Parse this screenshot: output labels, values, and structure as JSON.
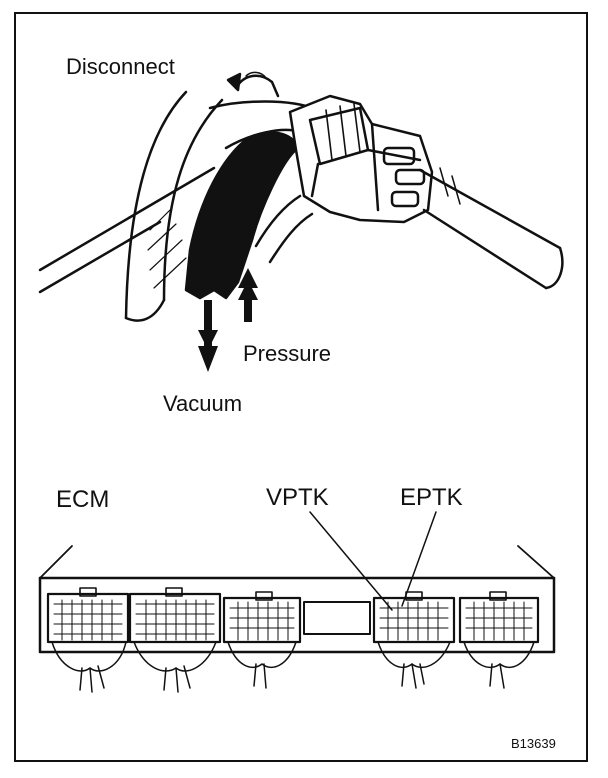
{
  "labels": {
    "disconnect": "Disconnect",
    "pressure": "Pressure",
    "vacuum": "Vacuum",
    "ecm": "ECM",
    "vptk": "VPTK",
    "eptk": "EPTK",
    "figure_code": "B13639"
  },
  "colors": {
    "ink": "#111111",
    "paper": "#ffffff"
  }
}
